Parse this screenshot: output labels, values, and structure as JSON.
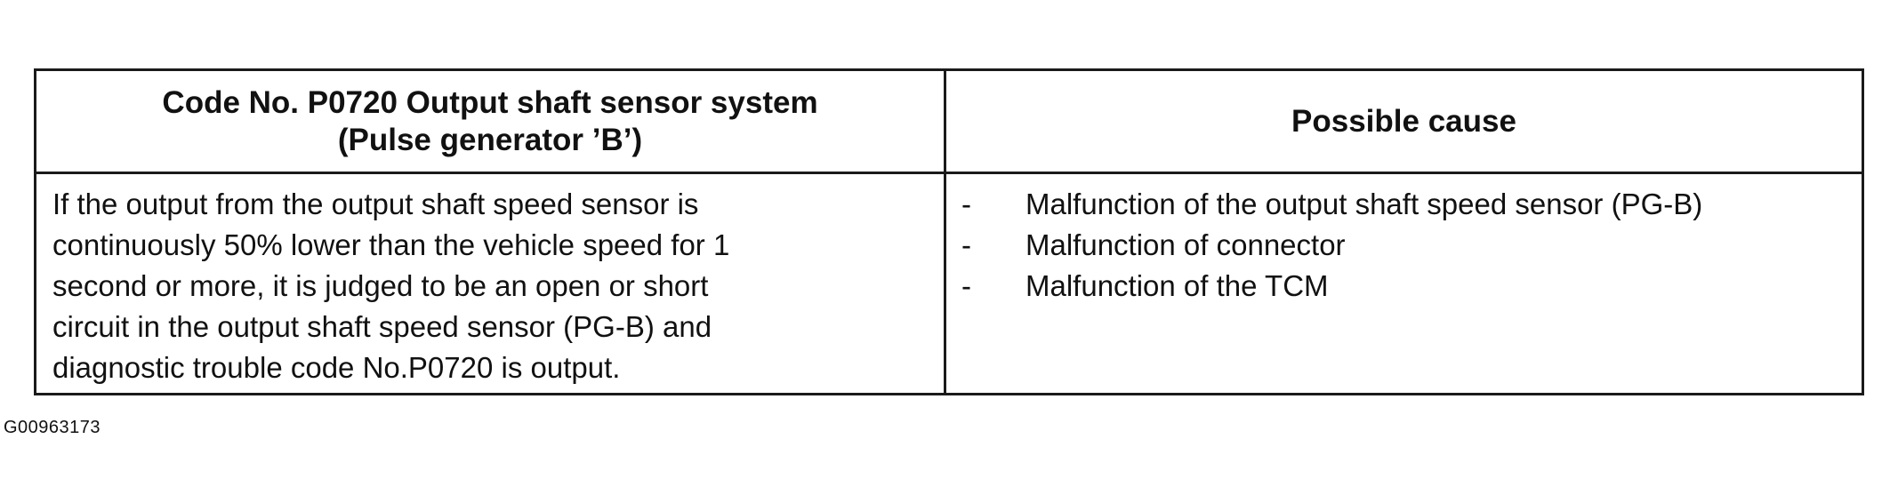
{
  "table": {
    "header": {
      "left_line1": "Code No.  P0720 Output shaft sensor system",
      "left_line2": "(Pulse generator ’B’)",
      "right": "Possible cause"
    },
    "description_lines": [
      "If the output from the output shaft speed sensor is",
      "continuously 50% lower than the vehicle speed for 1",
      "second or more, it is judged to be an open or short",
      "circuit in the output shaft speed sensor (PG-B) and",
      "diagnostic trouble code No.P0720 is output."
    ],
    "causes": [
      {
        "bullet": "-",
        "text": "Malfunction of the output shaft speed sensor (PG-B)"
      },
      {
        "bullet": "-",
        "text": "Malfunction of connector"
      },
      {
        "bullet": "-",
        "text": "Malfunction of the TCM"
      }
    ]
  },
  "figure_id": "G00963173"
}
